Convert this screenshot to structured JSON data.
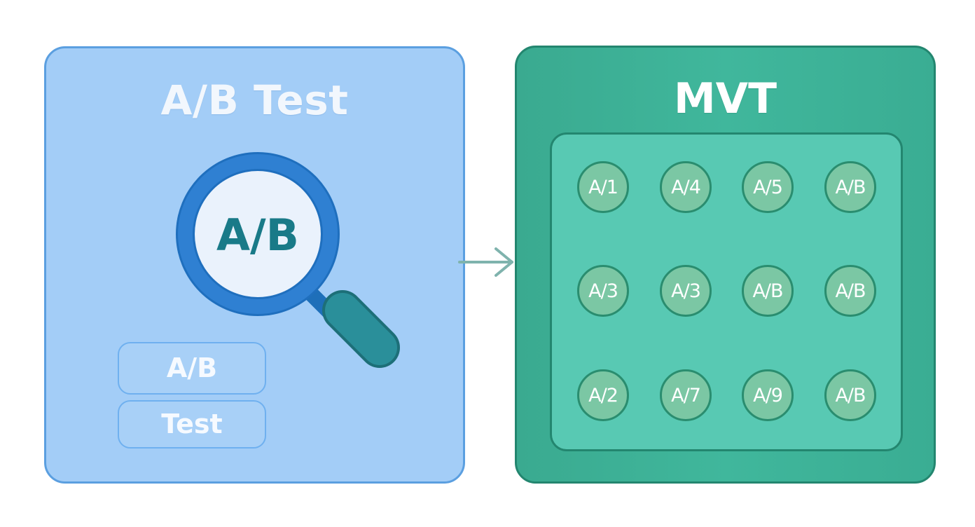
{
  "ab_panel": {
    "title": "A/B Test",
    "magnifier_label": "A/B",
    "pills": [
      "A/B",
      "Test"
    ]
  },
  "mvt_panel": {
    "title": "MVT",
    "grid": [
      [
        "A/1",
        "A/4",
        "A/5",
        "A/B"
      ],
      [
        "A/3",
        "A/3",
        "A/B",
        "A/B"
      ],
      [
        "A/2",
        "A/7",
        "A/9",
        "A/B"
      ]
    ]
  },
  "icons": [
    "magnifier-icon",
    "arrow-right-icon"
  ],
  "colors": {
    "ab_panel_fill": "#a3cdf7",
    "ab_panel_border": "#5b9fe0",
    "magnifier_ring": "#2f7fd0",
    "magnifier_handle": "#2a8f9a",
    "mvt_panel_fill": "#40b79c",
    "mvt_inner_fill": "#58c9b3",
    "cell_fill": "#7bc7a4",
    "arrow": "#7fb3ad"
  }
}
